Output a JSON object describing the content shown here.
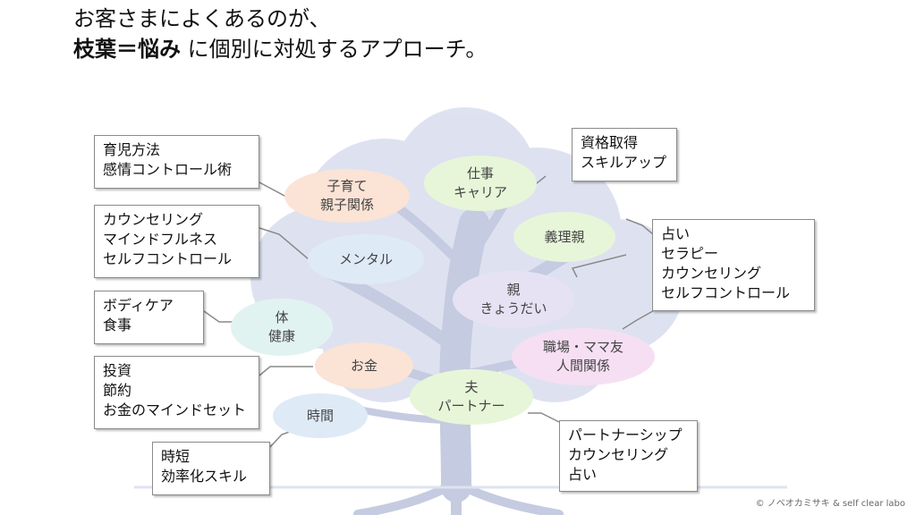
{
  "title": {
    "line1": "お客さまによくあるのが、",
    "line2_bold": "枝葉＝悩み",
    "line2_rest": " に個別に対処するアプローチ。"
  },
  "leaves": {
    "kosodate": [
      "子育て",
      "親子関係"
    ],
    "shigoto": [
      "仕事",
      "キャリア"
    ],
    "giri": [
      "義理親"
    ],
    "mental": [
      "メンタル"
    ],
    "shin": [
      "親",
      "きょうだい"
    ],
    "karada": [
      "体",
      "健康"
    ],
    "shokuba": [
      "職場・ママ友",
      "人間関係"
    ],
    "okane": [
      "お金"
    ],
    "otto": [
      "夫",
      "パートナー"
    ],
    "jikan": [
      "時間"
    ]
  },
  "notes": {
    "ikuji": [
      "育児方法",
      "感情コントロール術"
    ],
    "shikaku": [
      "資格取得",
      "スキルアップ"
    ],
    "counsel": [
      "カウンセリング",
      "マインドフルネス",
      "セルフコントロール"
    ],
    "uranai": [
      "占い",
      "セラピー",
      "カウンセリング",
      "セルフコントロール"
    ],
    "body": [
      "ボディケア",
      "食事"
    ],
    "toushi": [
      "投資",
      "節約",
      "お金のマインドセット"
    ],
    "partner": [
      "パートナーシップ",
      "カウンセリング",
      "占い"
    ],
    "jitan": [
      "時短",
      "効率化スキル"
    ]
  },
  "colors": {
    "tree": "#c5cbe0",
    "tree_canopy": "#d9deee",
    "leaf_peach": "#fbe3d6",
    "leaf_green": "#e7f6d8",
    "leaf_blue": "#dfeaf7",
    "leaf_lavender": "#e6e2f4",
    "leaf_aqua": "#e1f3f1",
    "leaf_pink": "#f6dff3"
  },
  "copyright": "© ノベオカミサキ & self clear labo"
}
